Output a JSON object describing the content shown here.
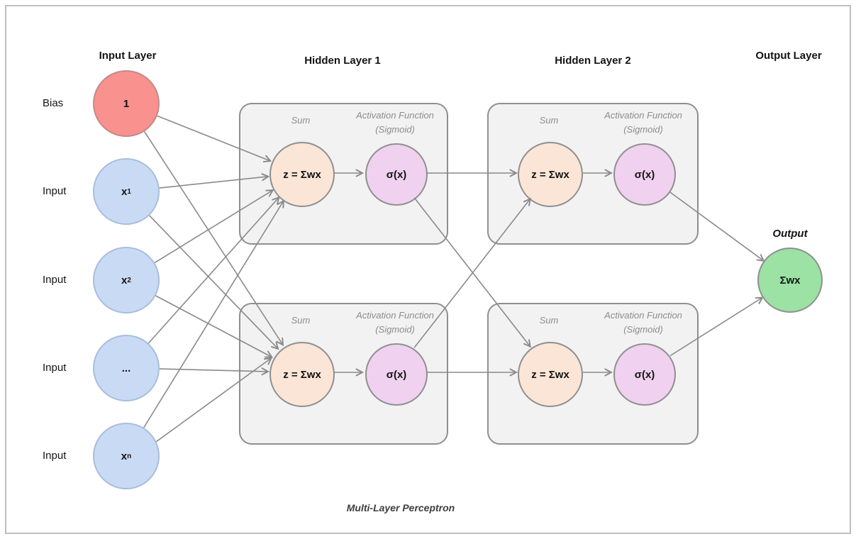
{
  "titles": {
    "input": "Input Layer",
    "hidden1": "Hidden Layer 1",
    "hidden2": "Hidden Layer 2",
    "output": "Output Layer"
  },
  "input_layer": {
    "nodes": [
      {
        "label": "Bias",
        "text": "1",
        "sub": ""
      },
      {
        "label": "Input",
        "text": "x",
        "sub": "1"
      },
      {
        "label": "Input",
        "text": "x",
        "sub": "2"
      },
      {
        "label": "Input",
        "text": "...",
        "sub": ""
      },
      {
        "label": "Input",
        "text": "x",
        "sub": "n"
      }
    ]
  },
  "hidden_unit": {
    "sum_title": "Sum",
    "activation_title": "Activation Function",
    "activation_subtitle": "(Sigmoid)",
    "sum_text": "z = Σwx",
    "activation_text": "σ(x)"
  },
  "output_layer": {
    "label": "Output",
    "text": "Σwx"
  },
  "caption": "Multi-Layer Perceptron",
  "colors": {
    "bias_fill": "#f9918e",
    "input_fill": "#c9dbf4",
    "sum_fill": "#fbe5d6",
    "activation_fill": "#f0d1ef",
    "output_fill": "#9be2a4",
    "box_fill": "#f2f2f2",
    "line": "#8a8a8a"
  }
}
